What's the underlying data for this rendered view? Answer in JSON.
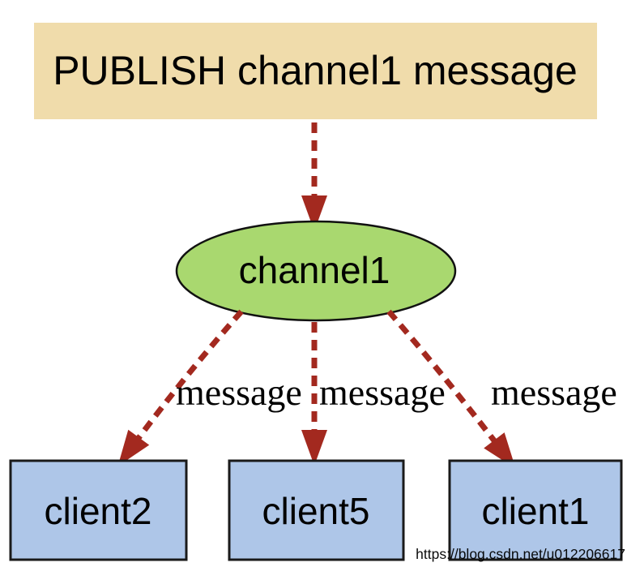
{
  "diagram": {
    "title_node": {
      "label": "PUBLISH channel1 message"
    },
    "channel_node": {
      "label": "channel1"
    },
    "client_nodes": [
      {
        "label": "client2"
      },
      {
        "label": "client5"
      },
      {
        "label": "client1"
      }
    ],
    "edge_labels": [
      {
        "label": "message"
      },
      {
        "label": "message"
      },
      {
        "label": "message"
      }
    ],
    "watermark": "https://blog.csdn.net/u012206617",
    "colors": {
      "publisher_fill": "#f0dcab",
      "channel_fill": "#a9d86f",
      "client_fill": "#aec6e8",
      "arrow_red": "#a3291f",
      "node_border": "#1a1a1a",
      "watermark_gray": "#d9d9d9"
    }
  }
}
